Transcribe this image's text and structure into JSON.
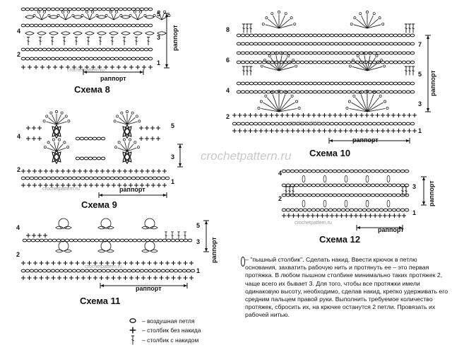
{
  "site_watermark": "crochetpattern.ru",
  "rapport_label": "раппорт",
  "schemes": [
    {
      "title": "Схема 8",
      "rows_left": [
        "4",
        "2"
      ],
      "rows_right": [
        "5",
        "3",
        "1"
      ],
      "rapport_vertical": "раппорт"
    },
    {
      "title": "Схема 9",
      "rows_left": [
        "4",
        "2"
      ],
      "rows_right": [
        "5",
        "3",
        "1"
      ]
    },
    {
      "title": "Схема 10",
      "rows_left": [
        "8",
        "6",
        "4",
        "2"
      ],
      "rows_right": [
        "7",
        "5",
        "3",
        "1"
      ],
      "rapport_vertical": "раппорт"
    },
    {
      "title": "Схема 11",
      "rows_left": [
        "4",
        "2"
      ],
      "rows_right": [
        "5",
        "3",
        "1"
      ],
      "rapport_vertical": "раппорт"
    },
    {
      "title": "Схема 12",
      "rows_left": [
        "4",
        "2"
      ],
      "rows_right": [
        "3",
        "1"
      ],
      "rapport_vertical": "раппорт"
    }
  ],
  "legend": [
    {
      "symbol": "chain-icon",
      "text": "– воздушная петля"
    },
    {
      "symbol": "single-crochet-icon",
      "text": "– столбик без накида"
    },
    {
      "symbol": "double-crochet-icon",
      "text": "– столбик с накидом"
    }
  ],
  "note": "– \"пышный столбик\". Сделать накид. Ввести крючок в петлю основания, захватить рабочую нить и протянуть ее – это первая протяжка. В любом пышном столбике минимально таких протяжек 2, чаще всего их бывает 3. Для того, чтобы все протяжки имели одинаковую высоту, необходимо, сделав накид, крепко удерживать его средним пальцем правой руки. Выполнить требуемое количество протяжек, сбросить их, на крючке останутся 2 петли. Провязать их рабочей нитью."
}
